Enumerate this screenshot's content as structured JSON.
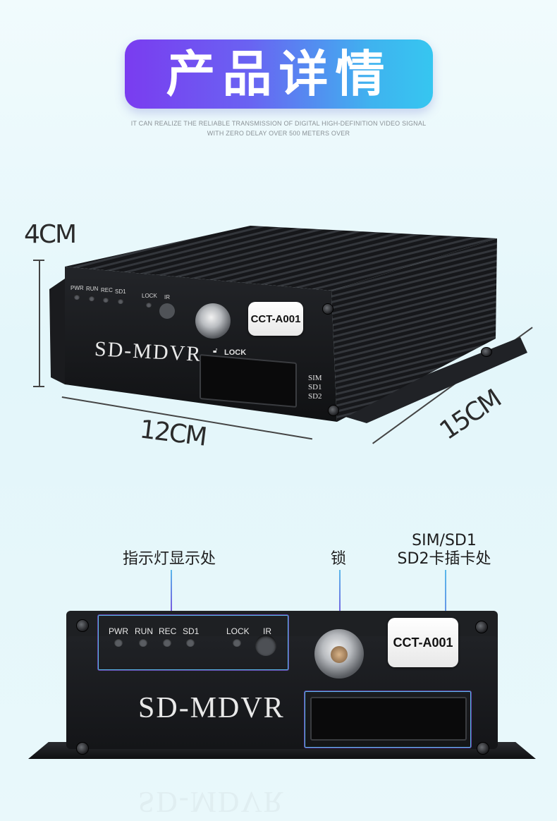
{
  "banner": {
    "title": "产品详情",
    "subtitle_line1": "IT CAN REALIZE THE RELIABLE TRANSMISSION OF DIGITAL HIGH-DEFINITION VIDEO SIGNAL",
    "subtitle_line2": "WITH ZERO DELAY OVER 500 METERS OVER"
  },
  "dimensions": {
    "height": "4CM",
    "width": "12CM",
    "depth": "15CM"
  },
  "device": {
    "brand": "SD-MDVR",
    "model_tag": "CCT-A001",
    "lock_label": "LOCK",
    "slot_labels": [
      "SIM",
      "SD1",
      "SD2"
    ],
    "indicators": [
      "PWR",
      "RUN",
      "REC",
      "SD1"
    ],
    "lock_indicator": "LOCK",
    "ir_label": "IR"
  },
  "callouts": {
    "indicator_area": "指示灯显示处",
    "lock": "锁",
    "slot_line1": "SIM/SD1",
    "slot_line2": "SD2卡插卡处"
  },
  "colors": {
    "banner_start": "#7a3cf0",
    "banner_end": "#36c6f0",
    "frame": "#59b8ea"
  }
}
